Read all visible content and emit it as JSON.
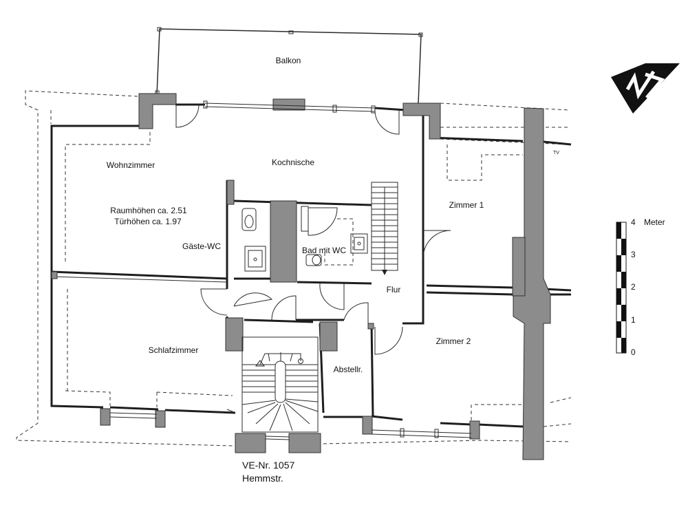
{
  "rooms": {
    "balkon": "Balkon",
    "kochnische": "Kochnische",
    "wohnzimmer": "Wohnzimmer",
    "zimmer1": "Zimmer 1",
    "zimmer2": "Zimmer 2",
    "gaeste_wc": "Gäste-WC",
    "bad": "Bad mit WC",
    "flur": "Flur",
    "schlafzimmer": "Schlafzimmer",
    "abstellraum": "Abstellr."
  },
  "notes": {
    "raumhoehe": "Raumhöhen ca. 2.51",
    "tuerhoehe": "Türhöhen ca. 1.97",
    "tv": "TV"
  },
  "caption": {
    "ve_nr": "VE-Nr. 1057",
    "street": "Hemmstr."
  },
  "scale": {
    "unit": "Meter",
    "ticks": [
      "0",
      "1",
      "2",
      "3",
      "4"
    ]
  },
  "colors": {
    "wall_fill": "#8c8c8c",
    "line": "#1e1e1e",
    "north_arrow": "#111111"
  },
  "icons": {
    "north_arrow": "north-arrow-icon"
  }
}
